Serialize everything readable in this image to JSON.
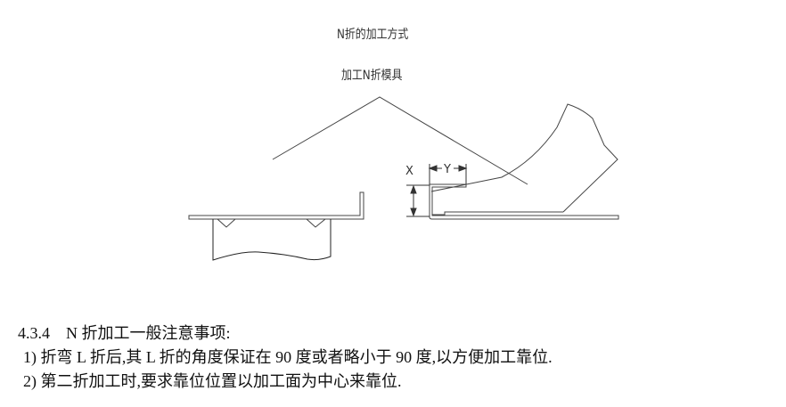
{
  "figure": {
    "title": "N折的加工方式",
    "subtitle": "加工N折模具",
    "dim_x_label": "X",
    "dim_y_label": "Y"
  },
  "section": {
    "heading": "4.3.4　N 折加工一般注意事项:",
    "items": [
      "1)  折弯 L 折后,其 L 折的角度保证在 90 度或者略小于 90 度,以方便加工靠位.",
      "2)  第二折加工时,要求靠位位置以加工面为中心来靠位."
    ]
  }
}
